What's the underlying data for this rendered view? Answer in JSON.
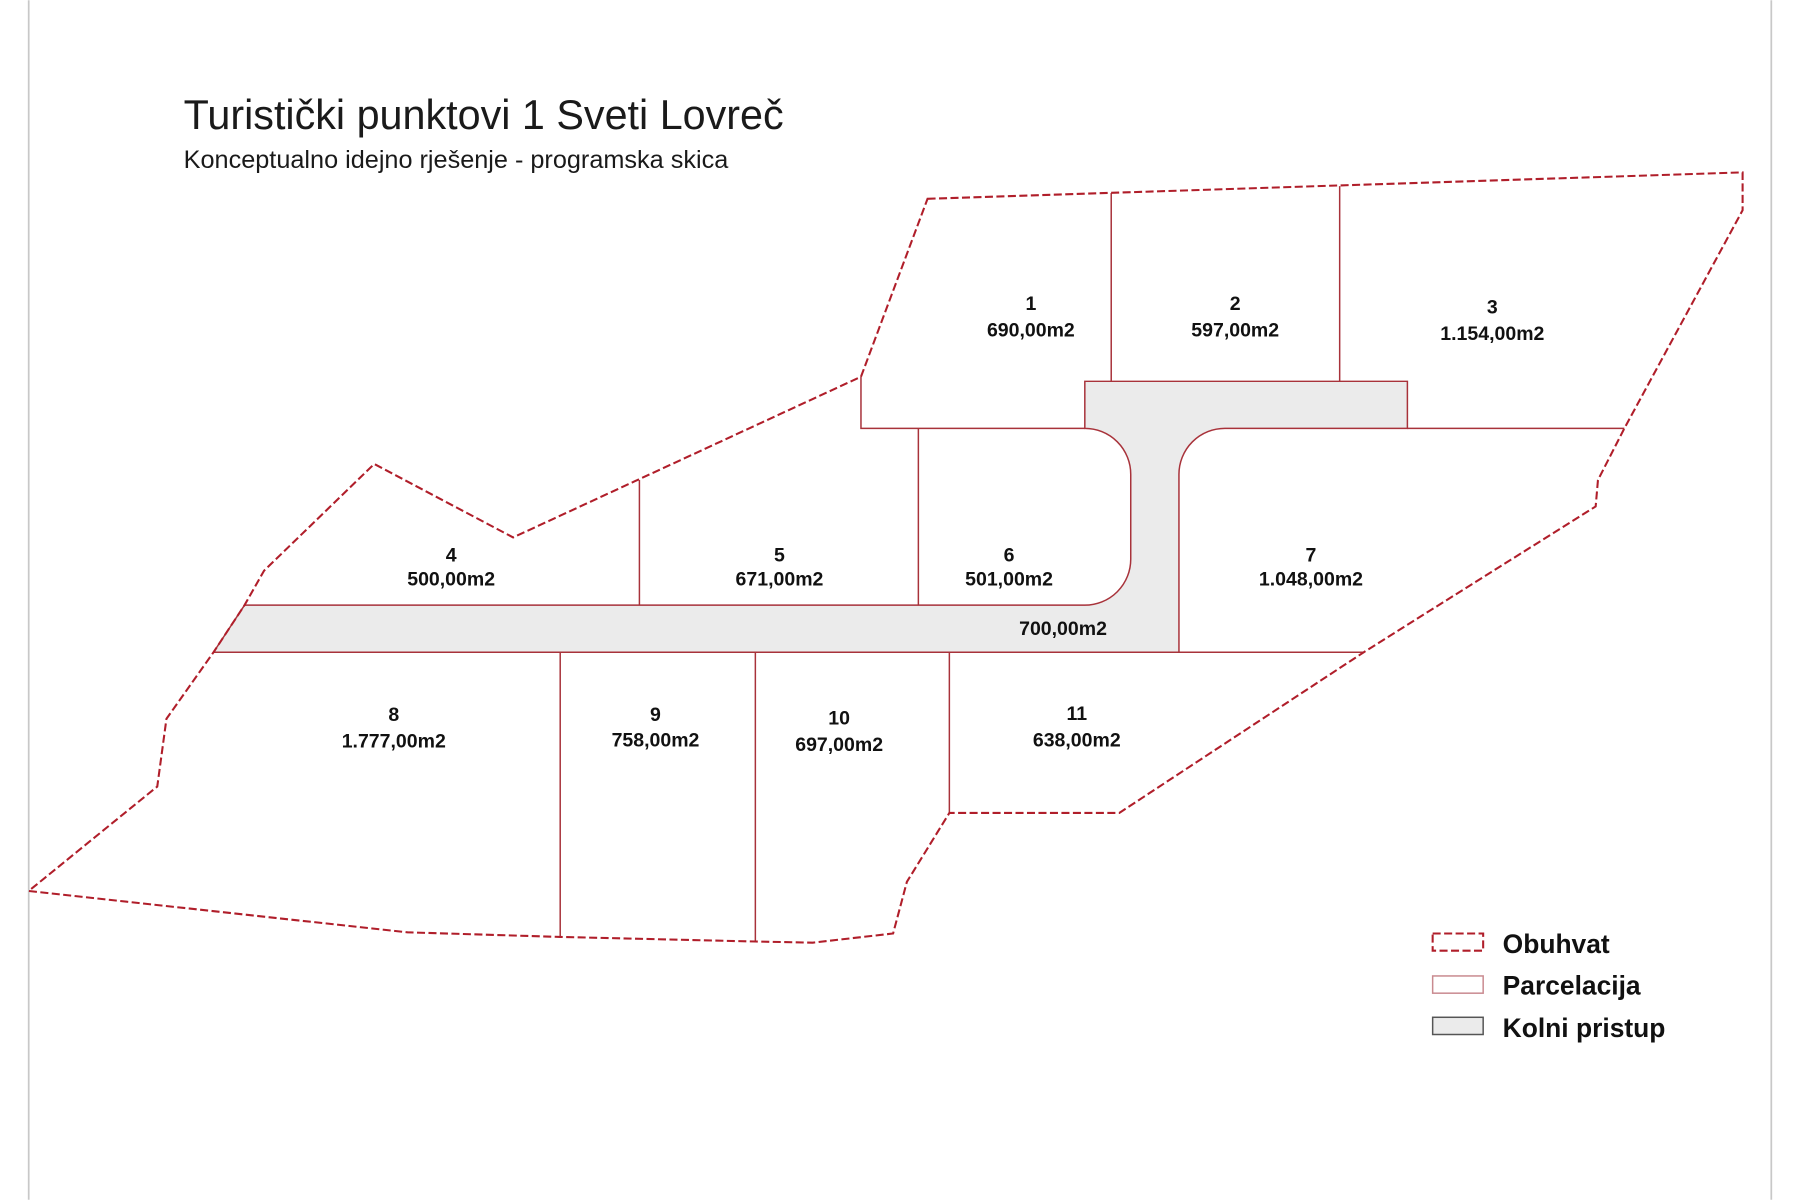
{
  "title": "Turistički punktovi 1 Sveti Lovreč",
  "subtitle": "Konceptualno idejno rješenje - programska skica",
  "colors": {
    "boundary": "#b01e2a",
    "parcel_line": "#a8323a",
    "road_fill": "#ebebeb",
    "frame": "#bdbdbd"
  },
  "parcels": [
    {
      "number": "1",
      "area": "690,00m2"
    },
    {
      "number": "2",
      "area": "597,00m2"
    },
    {
      "number": "3",
      "area": "1.154,00m2"
    },
    {
      "number": "4",
      "area": "500,00m2"
    },
    {
      "number": "5",
      "area": "671,00m2"
    },
    {
      "number": "6",
      "area": "501,00m2"
    },
    {
      "number": "7",
      "area": "1.048,00m2"
    },
    {
      "number": "8",
      "area": "1.777,00m2"
    },
    {
      "number": "9",
      "area": "758,00m2"
    },
    {
      "number": "10",
      "area": "697,00m2"
    },
    {
      "number": "11",
      "area": "638,00m2"
    }
  ],
  "road": {
    "area": "700,00m2"
  },
  "legend": [
    {
      "label": "Obuhvat"
    },
    {
      "label": "Parcelacija"
    },
    {
      "label": "Kolni pristup"
    }
  ]
}
